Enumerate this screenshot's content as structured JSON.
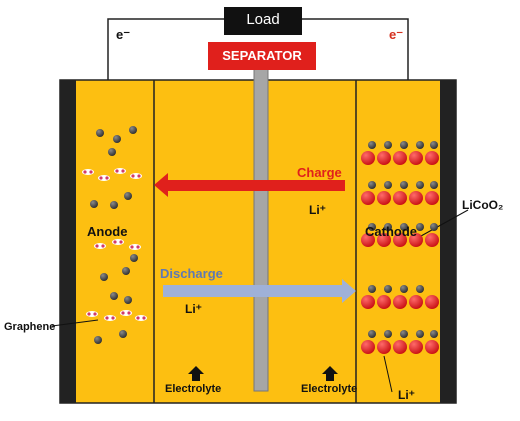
{
  "load_label": "Load",
  "separator_label": "SEPARATOR",
  "electron_left": "e⁻",
  "electron_right": "e⁻",
  "charge_label": "Charge",
  "charge_ion": "Li⁺",
  "discharge_label": "Discharge",
  "discharge_ion": "Li⁺",
  "anode_label": "Anode",
  "cathode_label": "Cathode",
  "graphene_label": "Graphene",
  "licoo2_label": "LiCoO₂",
  "li_label": "Li⁺",
  "electrolyte_left": "Electrolyte",
  "electrolyte_right": "Electrolyte",
  "colors": {
    "cell": "#fdbf11",
    "electrode_edge": "#222222",
    "separator": "#a6a6a6",
    "separator_box": "#e0201c",
    "charge_arrow": "#e0201c",
    "discharge_arrow": "#9fb1d8",
    "charge_text": "#e0201c",
    "discharge_text": "#5f79b4",
    "electron_right": "#d5301f"
  }
}
